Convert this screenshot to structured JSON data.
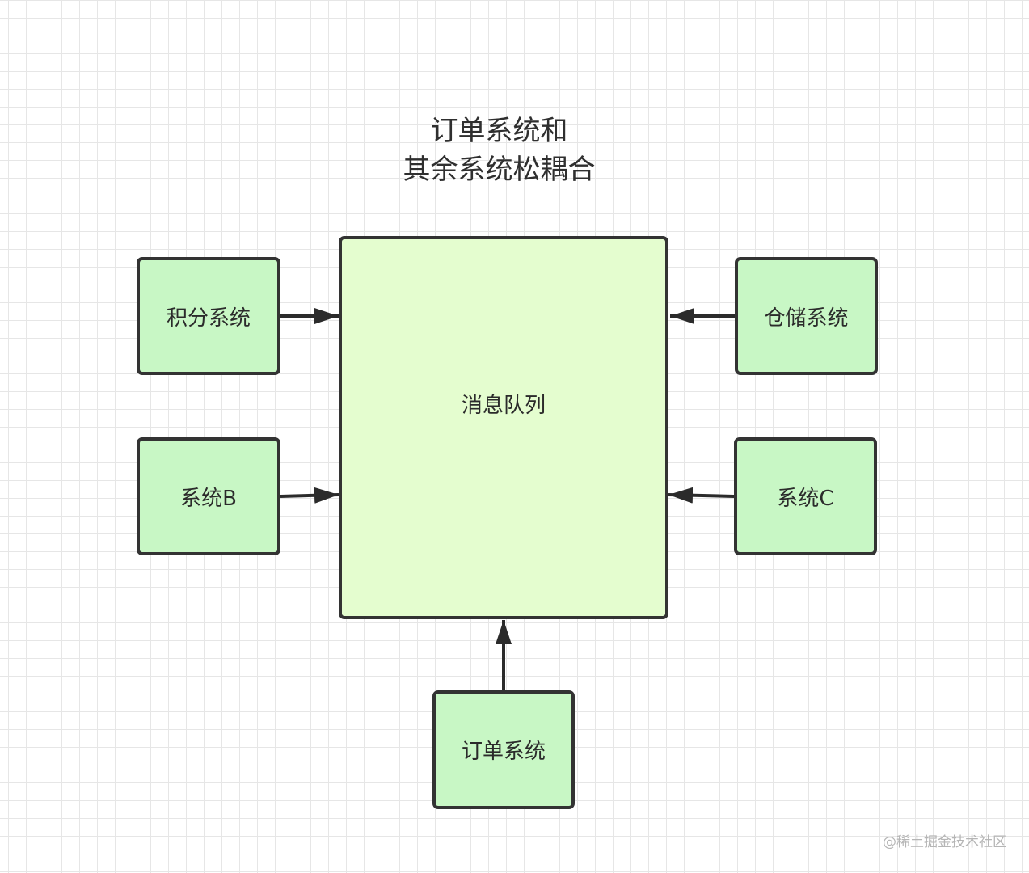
{
  "title": {
    "line1": "订单系统和",
    "line2": "其余系统松耦合"
  },
  "nodes": {
    "queue": "消息队列",
    "points": "积分系统",
    "system_b": "系统B",
    "warehouse": "仓储系统",
    "system_c": "系统C",
    "order": "订单系统"
  },
  "colors": {
    "node_fill": "#c8f7c5",
    "queue_fill": "#e4fdcf",
    "border": "#333333"
  },
  "watermark": "@稀土掘金技术社区"
}
